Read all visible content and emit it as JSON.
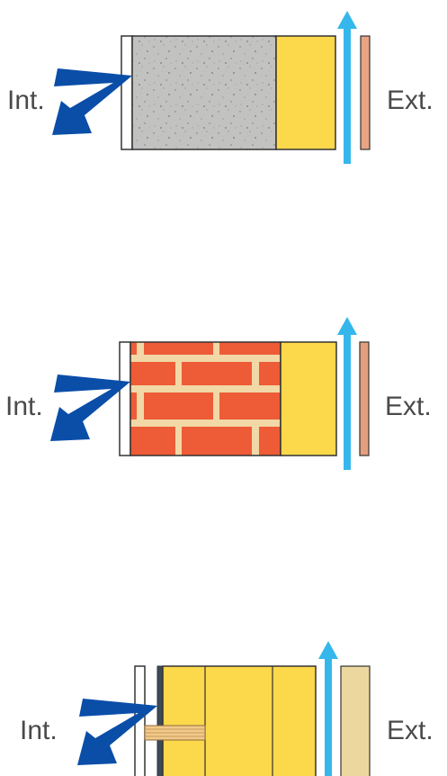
{
  "panels": [
    {
      "id": "concrete",
      "interior_label": "Int.",
      "exterior_label": "Ext."
    },
    {
      "id": "brick",
      "interior_label": "Int.",
      "exterior_label": "Ext."
    },
    {
      "id": "timber",
      "interior_label": "Int.",
      "exterior_label": "Ext."
    }
  ],
  "colors": {
    "heat_arrow": "#0a4ea8",
    "air_arrow": "#36b7ec",
    "insulation": "#fcd84b",
    "concrete": "#c2c2c0",
    "brick": "#ee5b37",
    "mortar": "#f1d8a6",
    "cladding_concrete": "#e8a483",
    "cladding_brick": "#e39f7e",
    "cladding_timber": "#ecd79f",
    "outline": "#333333",
    "text": "#4a4a4a"
  }
}
